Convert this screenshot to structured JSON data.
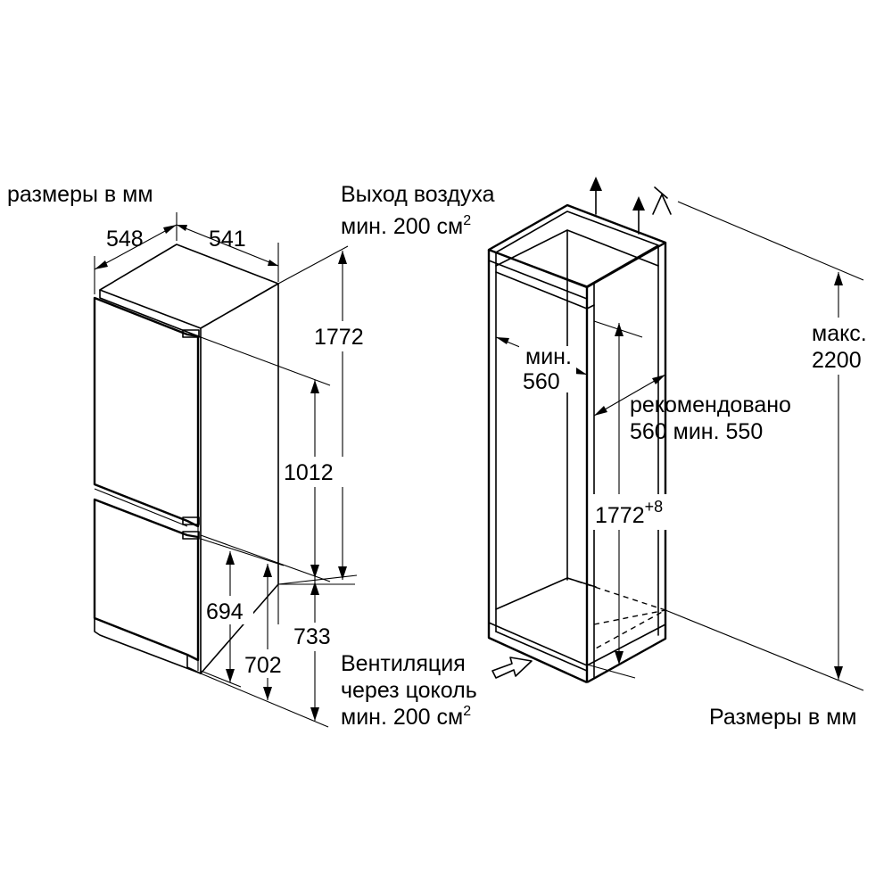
{
  "left_diagram": {
    "units_label": "размеры в мм",
    "depth": "548",
    "width": "541",
    "height_total": "1772",
    "height_upper": "1012",
    "height_694": "694",
    "height_702": "702",
    "height_733": "733",
    "air_outlet_line1": "Выход воздуха",
    "air_outlet_line2": "мин. 200 см",
    "air_outlet_sup": "2",
    "vent_line1": "Вентиляция",
    "vent_line2": "через цоколь",
    "vent_line3": "мин. 200 см",
    "vent_sup": "2"
  },
  "right_diagram": {
    "max_label": "макс.",
    "max_value": "2200",
    "min_label": "мин.",
    "min_value": "560",
    "recommended_line1": "рекомендовано",
    "recommended_line2": "560 мин. 550",
    "niche_height": "1772",
    "niche_height_tol": "+8",
    "units_label": "Размеры в мм"
  },
  "colors": {
    "line": "#000000",
    "background": "#ffffff"
  },
  "icons": [
    "arrow-up-icon",
    "arrow-up-icon",
    "tilt-symbol-icon",
    "arrow-right-icon"
  ]
}
